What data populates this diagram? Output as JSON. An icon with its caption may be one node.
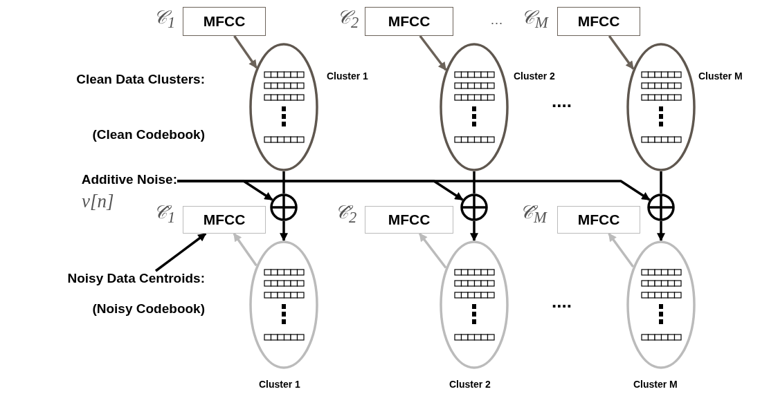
{
  "diagram": {
    "nodes": [
      {
        "text": [
          "MFCC"
        ],
        "beside": [
          "𝒞$_{1}$"
        ]
      },
      {
        "text": [
          "MFCC"
        ],
        "beside": [
          "𝒞$_{2}$"
        ]
      },
      {
        "text": [
          "MFCC"
        ],
        "beside": [
          "𝒞$_{M}$"
        ]
      },
      {
        "text": [],
        "shape": "ellipse",
        "beside": [
          "Cluster 1"
        ]
      },
      {
        "text": [],
        "shape": "ellipse",
        "beside": [
          "Cluster 2"
        ]
      },
      {
        "text": [],
        "shape": "ellipse",
        "beside": [
          "Cluster M"
        ]
      },
      {
        "text": [
          "Additive Noise:"
        ],
        "beside": [
          "v[n]"
        ]
      },
      {
        "text": [],
        "shape": "circle"
      },
      {
        "text": [],
        "shape": "circle"
      },
      {
        "text": [],
        "shape": "circle"
      },
      {
        "text": [
          "MFCC"
        ],
        "beside": [
          "𝒞̂$_{1}$"
        ]
      },
      {
        "text": [
          "MFCC"
        ],
        "beside": [
          "𝒞̂$_{2}$"
        ]
      },
      {
        "text": [
          "MFCC"
        ],
        "beside": [
          "𝒞̂$_{M}$"
        ]
      },
      {
        "text": [
          "Noisy Data Centroids:",
          "(Noisy Codebook)"
        ]
      },
      {
        "text": [],
        "shape": "ellipse",
        "beside": [
          "Cluster 1"
        ]
      },
      {
        "text": [],
        "shape": "ellipse",
        "beside": [
          "Cluster 2"
        ]
      },
      {
        "text": [],
        "shape": "ellipse",
        "beside": [
          "Cluster M"
        ]
      }
    ],
    "edges": [
      {
        "from": 0,
        "to": 3,
        "arrow": "to",
        "color": "#6b6259"
      },
      {
        "from": 1,
        "to": 4,
        "arrow": "to",
        "color": "#6b6259"
      },
      {
        "from": 2,
        "to": 5,
        "arrow": "to",
        "color": "#6b6259"
      },
      {
        "from": 3,
        "to": 7,
        "arrow": "none"
      },
      {
        "from": 4,
        "to": 8,
        "arrow": "none"
      },
      {
        "from": 5,
        "to": 9,
        "arrow": "none"
      },
      {
        "from": 6,
        "to": 7,
        "arrow": "to"
      },
      {
        "from": 6,
        "to": 8,
        "arrow": "to"
      },
      {
        "from": 6,
        "to": 9,
        "arrow": "to"
      },
      {
        "from": 7,
        "to": 14,
        "arrow": "to"
      },
      {
        "from": 8,
        "to": 15,
        "arrow": "to"
      },
      {
        "from": 9,
        "to": 16,
        "arrow": "to"
      },
      {
        "from": 14,
        "to": 10,
        "arrow": "to",
        "color": "#bbbbbb"
      },
      {
        "from": 15,
        "to": 11,
        "arrow": "to",
        "color": "#bbbbbb"
      },
      {
        "from": 16,
        "to": 12,
        "arrow": "to",
        "color": "#bbbbbb"
      },
      {
        "from": 13,
        "to": 10,
        "arrow": "to"
      }
    ],
    "labels": [
      "Clean Data Clusters:",
      "(Clean Codebook)",
      "…",
      "....",
      "...."
    ]
  }
}
